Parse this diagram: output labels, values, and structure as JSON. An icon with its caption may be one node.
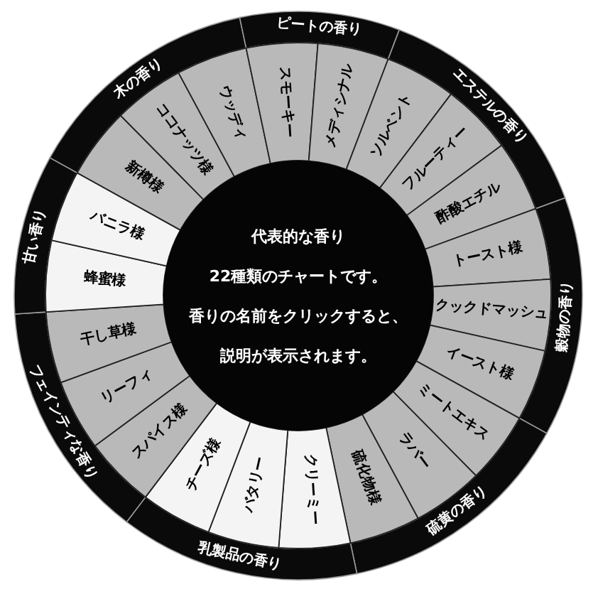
{
  "diagram": {
    "nodes": [
      {
        "text": [
          "木の香り"
        ]
      },
      {
        "text": [
          "ピートの香り"
        ]
      },
      {
        "text": [
          "エステルの香り"
        ]
      },
      {
        "text": [
          "穀物の香り"
        ]
      },
      {
        "text": [
          "硫黄の香り"
        ]
      },
      {
        "text": [
          "乳製品の香り"
        ]
      },
      {
        "text": [
          "フェインティな香り"
        ]
      },
      {
        "text": [
          "甘い香り"
        ]
      },
      {
        "text": [
          "新樽様"
        ]
      },
      {
        "text": [
          "ココナッツ様"
        ]
      },
      {
        "text": [
          "ウッディ"
        ]
      },
      {
        "text": [
          "スモーキー"
        ]
      },
      {
        "text": [
          "メディシナル"
        ]
      },
      {
        "text": [
          "ソルベント"
        ]
      },
      {
        "text": [
          "フルーティー"
        ]
      },
      {
        "text": [
          "酢酸エチル"
        ]
      },
      {
        "text": [
          "トースト様"
        ]
      },
      {
        "text": [
          "クックドマッシュ"
        ]
      },
      {
        "text": [
          "イースト様"
        ]
      },
      {
        "text": [
          "ミートエキス"
        ]
      },
      {
        "text": [
          "ラバー"
        ]
      },
      {
        "text": [
          "硫化物様"
        ]
      },
      {
        "text": [
          "クリーミー"
        ]
      },
      {
        "text": [
          "バタリー"
        ]
      },
      {
        "text": [
          "チーズ様"
        ]
      },
      {
        "text": [
          "スパイス様"
        ]
      },
      {
        "text": [
          "リーフィ"
        ]
      },
      {
        "text": [
          "干し草様"
        ]
      },
      {
        "text": [
          "蜂蜜様"
        ]
      },
      {
        "text": [
          "バニラ様"
        ]
      },
      {
        "text": [
          "代表的な香り",
          "22種類のチャートです。",
          "香りの名前をクリックすると、",
          "説明が表示されます。"
        ]
      }
    ]
  }
}
